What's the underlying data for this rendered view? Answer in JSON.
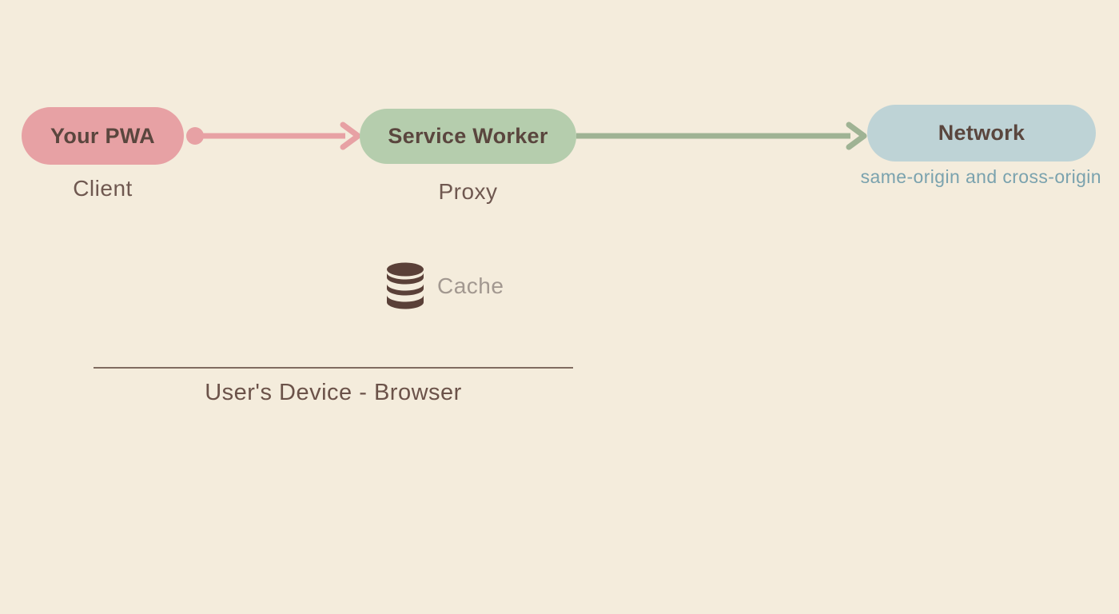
{
  "nodes": {
    "pwa": {
      "label": "Your PWA",
      "caption": "Client"
    },
    "service_worker": {
      "label": "Service Worker",
      "caption": "Proxy"
    },
    "network": {
      "label": "Network",
      "caption": "same-origin and cross-origin"
    }
  },
  "cache": {
    "label": "Cache"
  },
  "device": {
    "label": "User's Device - Browser"
  },
  "colors": {
    "background": "#f4ecdc",
    "pwa_pill": "#e7a1a4",
    "sw_pill": "#b5cdad",
    "network_pill": "#bed3d6",
    "pink_arrow": "#e7a1a4",
    "green_arrow": "#9fb394",
    "pill_text": "#5a463e",
    "caption_text": "#6f5850",
    "network_sub_text": "#7aa2ae",
    "cache_icon": "#5a4038",
    "cache_text": "#a29890",
    "device_line": "#806c60",
    "device_text": "#6b5249"
  }
}
